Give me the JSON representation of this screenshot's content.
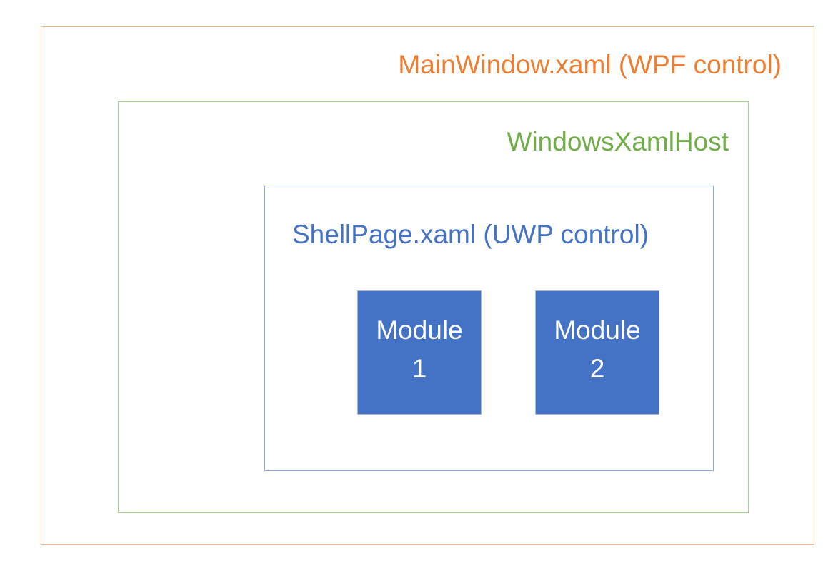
{
  "diagram": {
    "outer": {
      "label": "MainWindow.xaml (WPF control)",
      "color": "#ED7D31"
    },
    "host": {
      "label": "WindowsXamlHost",
      "color": "#70AD47"
    },
    "shell": {
      "label": "ShellPage.xaml (UWP control)",
      "color": "#4472C4"
    },
    "modules": [
      {
        "line1": "Module",
        "line2": "1"
      },
      {
        "line1": "Module",
        "line2": "2"
      }
    ],
    "module_fill": "#4472C4"
  }
}
